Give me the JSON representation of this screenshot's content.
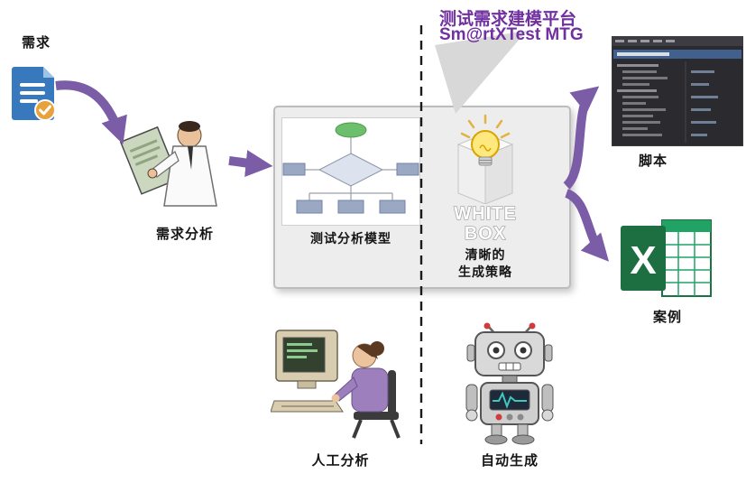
{
  "header": {
    "platform_title": "测试需求建模平台",
    "product_name": "Sm@rtXTest MTG"
  },
  "labels": {
    "requirements": "需求",
    "requirements_analysis": "需求分析",
    "test_analysis_model": "测试分析模型",
    "white_box_line1": "WHITE",
    "white_box_line2": "BOX",
    "strategy_line1": "清晰的",
    "strategy_line2": "生成策略",
    "script": "脚本",
    "cases": "案例",
    "manual_analysis": "人工分析",
    "auto_generation": "自动生成",
    "excel_letter": "X"
  },
  "colors": {
    "arrow-color": "#7B5CA6",
    "title-color": "#7030A0",
    "doc-blue": "#3879BE",
    "check-orange": "#E8A23C",
    "excel-green": "#1D6F42",
    "box-gray": "#EDEDED"
  }
}
